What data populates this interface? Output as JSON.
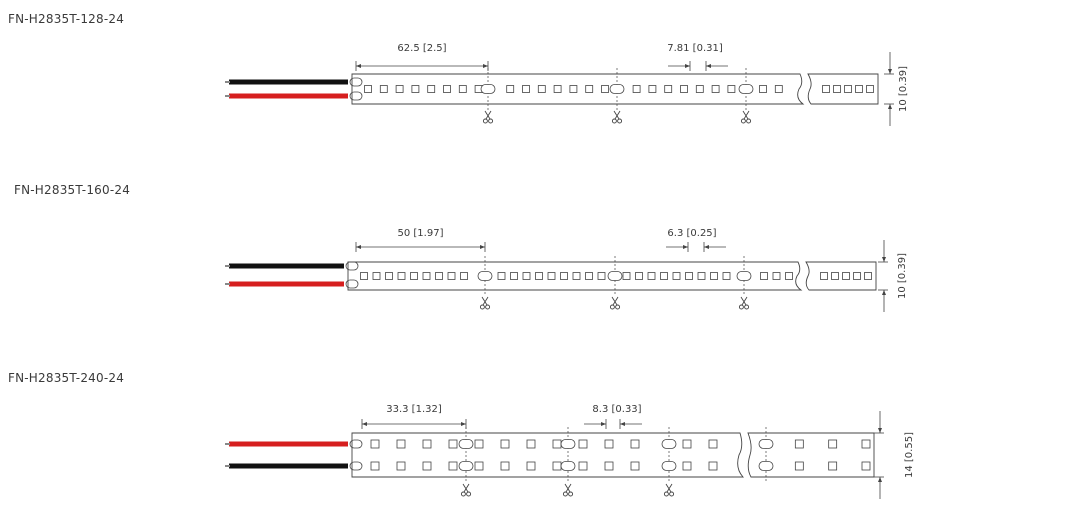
{
  "strips": [
    {
      "model": "FN-H2835T-128-24",
      "cut_length": "62.5 [2.5]",
      "led_pitch": "7.81 [0.31]",
      "width": "10 [0.39]",
      "top_wire_color": "#111111",
      "bottom_wire_color": "#d61f1f",
      "led_rows": 1
    },
    {
      "model": "FN-H2835T-160-24",
      "cut_length": "50 [1.97]",
      "led_pitch": "6.3 [0.25]",
      "width": "10 [0.39]",
      "top_wire_color": "#111111",
      "bottom_wire_color": "#d61f1f",
      "led_rows": 1
    },
    {
      "model": "FN-H2835T-240-24",
      "cut_length": "33.3 [1.32]",
      "led_pitch": "8.3 [0.33]",
      "width": "14 [0.55]",
      "top_wire_color": "#d61f1f",
      "bottom_wire_color": "#111111",
      "led_rows": 2
    }
  ],
  "colors": {
    "line": "#444444",
    "background": "#ffffff"
  },
  "icons": {
    "cut_mark": "scissors-icon",
    "dimension_arrow": "arrow-icon"
  }
}
